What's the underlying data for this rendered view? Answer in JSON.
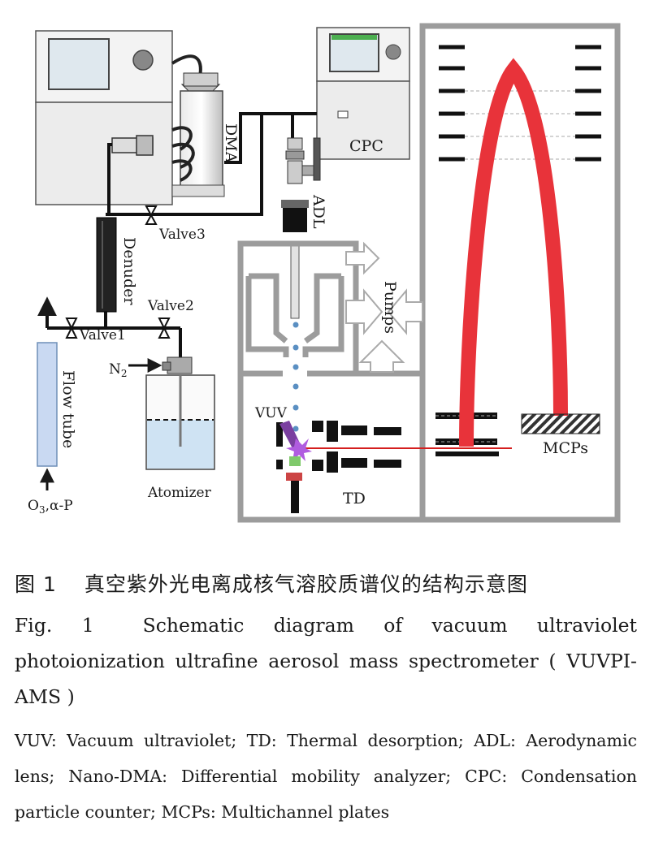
{
  "figure": {
    "labels": {
      "dma": "DMA",
      "cpc": "CPC",
      "adl": "ADL",
      "denuder": "Denuder",
      "valve1": "Valve1",
      "valve2": "Valve2",
      "valve3": "Valve3",
      "pumps": "Pumps",
      "flow_tube": "Flow tube",
      "n2": "N",
      "n2_sub": "2",
      "o3": "O",
      "o3_sub": "3",
      "o3_rest": ",α-P",
      "atomizer": "Atomizer",
      "vuv": "VUV",
      "td": "TD",
      "mcps": "MCPs"
    },
    "colors": {
      "chamber": "#9c9c9c",
      "ion_path": "#e8333a",
      "laser": "#d41e1e",
      "vuv_beam": "#7a3fa0",
      "flow_tube": "#c9d9f2",
      "atomizer_liquid": "#cfe3f3"
    }
  },
  "caption": {
    "cn_label": "图 1",
    "cn_text": "真空紫外光电离成核气溶胶质谱仪的结构示意图",
    "en_label": "Fig. 1",
    "en_text": "Schematic diagram of vacuum ultraviolet photoionization ultrafine aerosol mass spectrometer ( VUVPI-AMS )",
    "abbr_text": "VUV: Vacuum ultraviolet; TD: Thermal desorption; ADL: Aerodynamic lens; Nano-DMA: Differential mobility analyzer; CPC: Condensation particle counter; MCPs: Multichannel plates"
  }
}
